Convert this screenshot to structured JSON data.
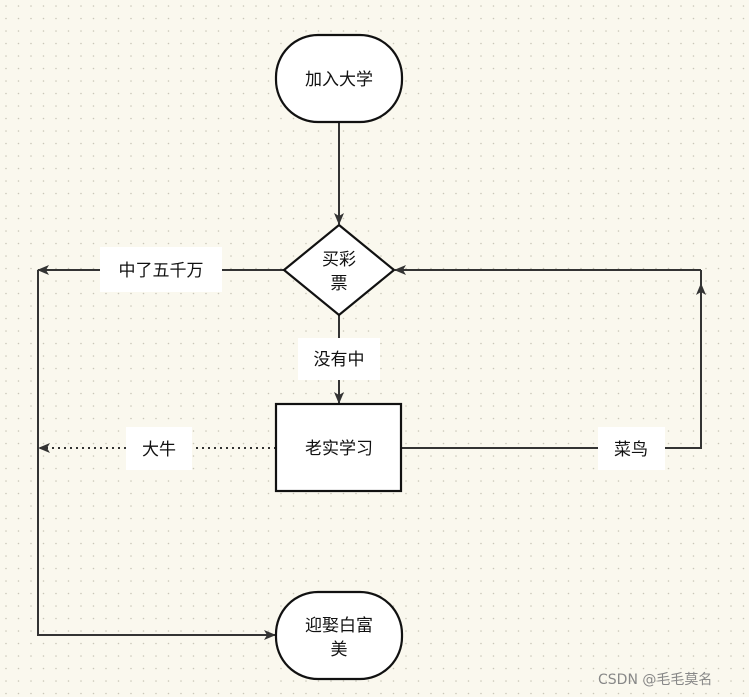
{
  "nodes": {
    "start": "加入大学",
    "decision_line1": "买彩",
    "decision_line2": "票",
    "study": "老实学习",
    "end_line1": "迎娶白富",
    "end_line2": "美"
  },
  "edges": {
    "win": "中了五千万",
    "not_win": "没有中",
    "expert": "大牛",
    "novice": "菜鸟"
  },
  "watermark": "CSDN @毛毛莫名",
  "colors": {
    "background": "#faf8ee",
    "line": "#333333",
    "dot": "#c9c6b8"
  }
}
